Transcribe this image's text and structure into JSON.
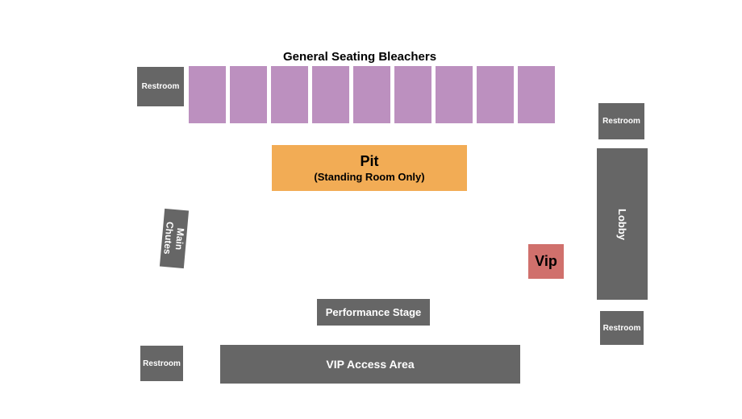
{
  "title": "General Seating Bleachers",
  "colors": {
    "background": "#ffffff",
    "gray": "#666666",
    "bleacher_purple": "#BC90BF",
    "pit_orange": "#F2AC55",
    "vip_red": "#D0706C",
    "label_light": "#ffffff",
    "label_dark": "#000000"
  },
  "bleachers": {
    "block_count": 9
  },
  "pit": {
    "title": "Pit",
    "subtitle": "(Standing Room Only)"
  },
  "main_chutes": {
    "line1": "Main",
    "line2": "Chutes"
  },
  "vip": {
    "label": "Vip"
  },
  "lobby": {
    "label": "Lobby"
  },
  "performance_stage": {
    "label": "Performance Stage"
  },
  "vip_access_area": {
    "label": "VIP Access Area"
  },
  "restrooms": {
    "top_left": {
      "label": "Restroom"
    },
    "top_right": {
      "label": "Restroom"
    },
    "bottom_right": {
      "label": "Restroom"
    },
    "bottom_left": {
      "label": "Restroom"
    }
  }
}
